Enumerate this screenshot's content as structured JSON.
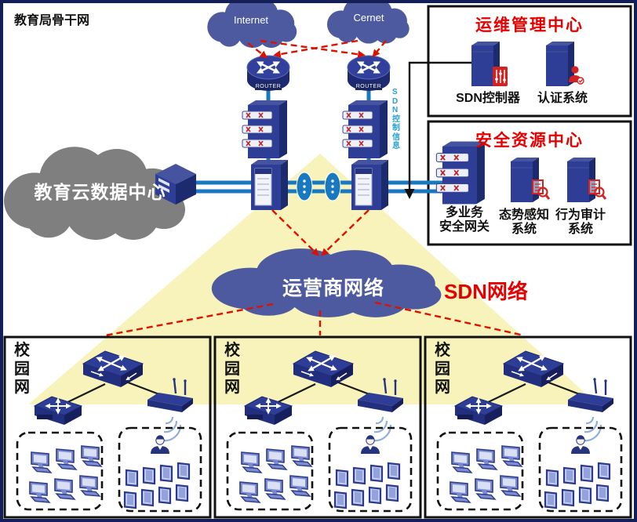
{
  "page": {
    "title": "教育局骨干网"
  },
  "clouds": {
    "internet": "Internet",
    "cernet": "Cernet",
    "carrier": "运营商网络",
    "datacenter": "教育云数据中心"
  },
  "labels": {
    "router": "ROUTER",
    "sdn_network": "SDN网络",
    "sdn_control_flow": "SDN控制信息"
  },
  "ops_center": {
    "title": "运维管理中心",
    "items": [
      {
        "label": "SDN控制器"
      },
      {
        "label": "认证系统"
      }
    ]
  },
  "security_center": {
    "title": "安全资源中心",
    "items": [
      {
        "line1": "多业务",
        "line2": "安全网关"
      },
      {
        "line1": "态势感知",
        "line2": "系统"
      },
      {
        "line1": "行为审计",
        "line2": "系统"
      }
    ]
  },
  "campuses": [
    {
      "label": "校园网"
    },
    {
      "label": "校园网"
    },
    {
      "label": "校园网"
    }
  ],
  "colors": {
    "device_navy": "#2e3d95",
    "cloud_blue": "#4d5aa0",
    "datacenter_gray": "#7f7f7f",
    "sdn_zone_yellow": "#f7f3bb",
    "link_blue": "#1878c0",
    "alert_red": "#dd1100",
    "title_red": "#e60000",
    "control_text_teal": "#2aa0cf"
  }
}
